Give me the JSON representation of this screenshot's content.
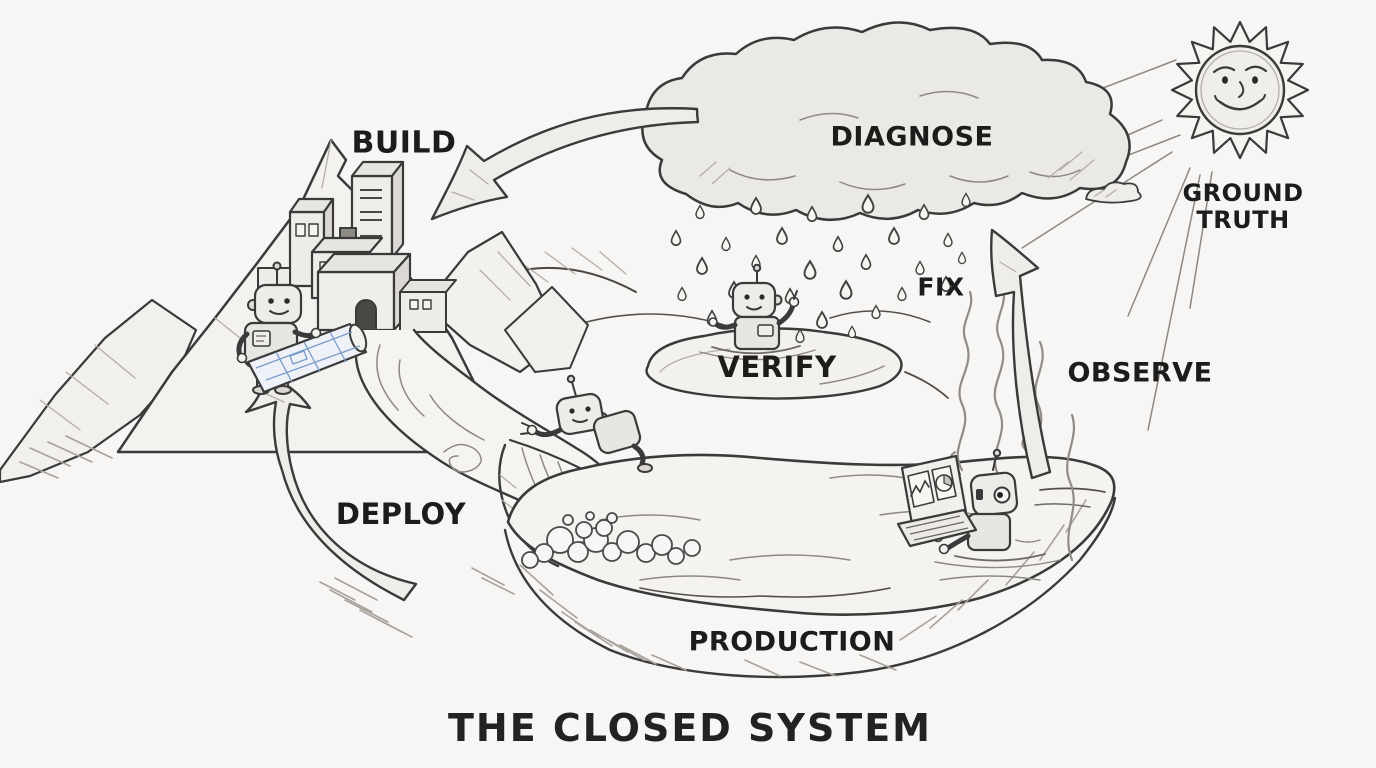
{
  "title": "THE CLOSED SYSTEM",
  "labels": {
    "build": "BUILD",
    "diagnose": "DIAGNOSE",
    "ground_truth_line1": "GROUND",
    "ground_truth_line2": "TRUTH",
    "fix": "FIX",
    "verify": "VERIFY",
    "observe": "OBSERVE",
    "deploy": "DEPLOY",
    "production": "PRODUCTION"
  },
  "scene": {
    "style": "hand-drawn pencil sketch illustration",
    "elements": [
      "sun-with-face (ground truth)",
      "rain-cloud (diagnose) with raindrops",
      "mountain-city (build)",
      "robot-holding-blueprint on mountainside",
      "river-with-waterfall (deploy path)",
      "pond-with-robot (verify)",
      "lake (production) with robot at terminal showing charts",
      "robot-crawling-at-waterfall",
      "steam-rising (observe / evaporation)",
      "arrow-cloud-to-city",
      "arrow-lake-to-cloud (fix)",
      "arrow-up-mountain (deploy)"
    ]
  },
  "colors": {
    "paper": "#f7f6f4",
    "ink": "#3a3a3a",
    "text": "#1d1c1b",
    "pencil_shading": "#8d8883",
    "blueprint_blue": "#7a9cc8"
  }
}
